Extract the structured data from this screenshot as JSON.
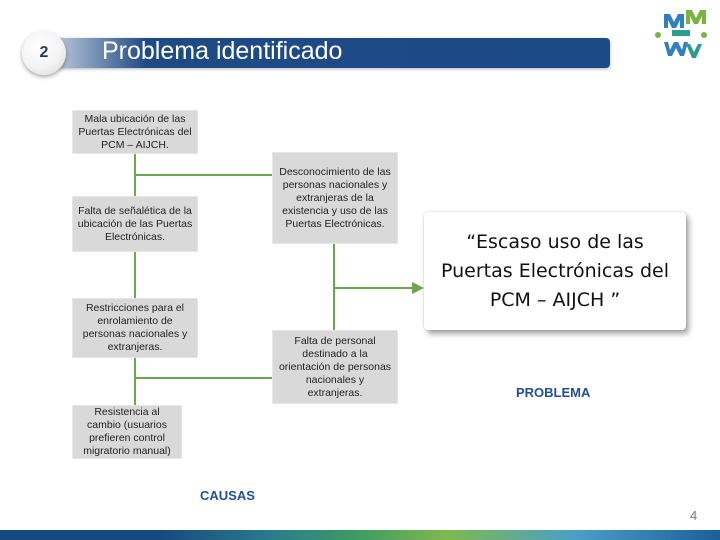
{
  "header": {
    "step_number": "2",
    "title": "Problema identificado"
  },
  "causes": [
    {
      "text": "Mala ubicación de las Puertas Electrónicas del PCM – AIJCH."
    },
    {
      "text": "Desconocimiento de las personas nacionales y extranjeras de la existencia y uso de las Puertas Electrónicas."
    },
    {
      "text": "Falta de señalética de la ubicación de las Puertas Electrónicas."
    },
    {
      "text": "Restricciones para el enrolamiento de personas nacionales y extranjeras."
    },
    {
      "text": "Falta de personal destinado a la orientación de personas nacionales y extranjeras."
    },
    {
      "text": "Resistencia al cambio (usuarios prefieren control migratorio manual)"
    }
  ],
  "problem": {
    "text": "“Escaso uso de las Puertas Electrónicas del PCM – AIJCH ”",
    "label": "PROBLEMA"
  },
  "causes_label": "CAUSAS",
  "page_number": "4",
  "colors": {
    "title_bar": "#1c4a86",
    "cause_box": "#d9d9d9",
    "connector": "#6aa84f",
    "label_blue": "#1f4f9a"
  }
}
